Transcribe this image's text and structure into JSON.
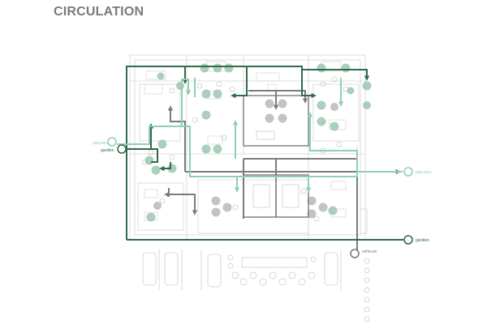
{
  "title": "CIRCULATION",
  "labels": {
    "left_pedestrian": "parcours",
    "left_guardian": "gardien",
    "right_pedestrian": "parcours",
    "right_guardian": "gardien",
    "bottom_vehicle": "véhicule"
  },
  "colors": {
    "guardian_route": "#2f6b4c",
    "pedestrian_route": "#8fcfb5",
    "service_route": "#7b7b7b",
    "plan_lines": "#cfcfcf",
    "tree_green": "#8fbfa5",
    "tree_gray": "#a9a9a9",
    "title": "#7a7a7a"
  }
}
